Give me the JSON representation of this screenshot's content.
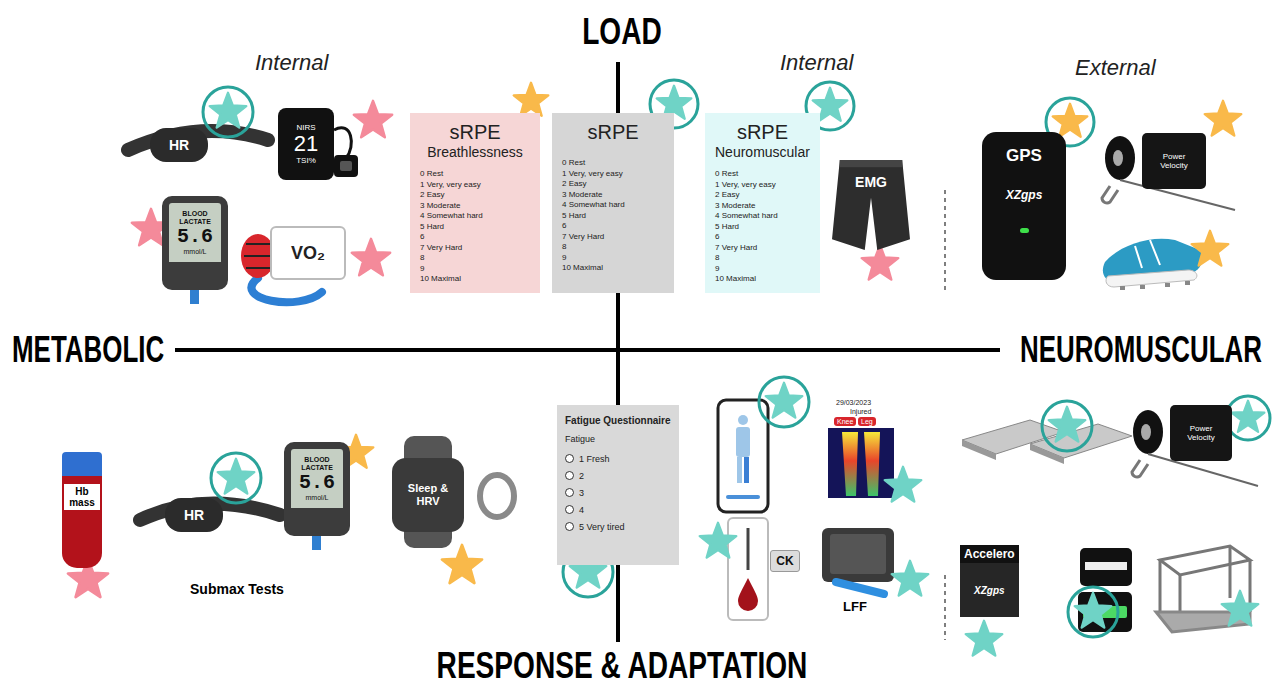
{
  "diagram": {
    "nodes": [
      {
        "text": [
          "HR"
        ]
      },
      {
        "text": [
          "NIRS",
          "21",
          "TSI%"
        ]
      },
      {
        "text": [
          "BLOOD LACTATE",
          "5.6",
          "mmol/L"
        ]
      },
      {
        "text": [
          "VO₂"
        ]
      },
      {
        "text": [
          "sRPE",
          "Breathlessness",
          "0 Rest",
          "1 Very, very easy",
          "2 Easy",
          "3 Moderate",
          "4 Somewhat hard",
          "5 Hard",
          "6",
          "7 Very Hard",
          "8",
          "9",
          "10 Maximal"
        ]
      },
      {
        "text": [
          "sRPE",
          "0 Rest",
          "1 Very, very easy",
          "2 Easy",
          "3 Moderate",
          "4 Somewhat hard",
          "5 Hard",
          "6",
          "7 Very Hard",
          "8",
          "9",
          "10 Maximal"
        ]
      },
      {
        "text": [
          "sRPE",
          "Neuromuscular",
          "0 Rest",
          "1 Very, very easy",
          "2 Easy",
          "3 Moderate",
          "4 Somewhat hard",
          "5 Hard",
          "6",
          "7 Very Hard",
          "8",
          "9",
          "10 Maximal"
        ]
      },
      {
        "text": [
          "EMG"
        ]
      },
      {
        "text": [
          "GPS",
          "XZgps"
        ]
      },
      {
        "text": [
          "Power Velocity"
        ]
      },
      {
        "text": [
          "Hb mass"
        ]
      },
      {
        "text": [
          "HR"
        ]
      },
      {
        "text": [
          "BLOOD LACTATE",
          "5.6",
          "mmol/L"
        ]
      },
      {
        "text": [
          "Sleep & HRV"
        ]
      },
      {
        "text": [
          "Fatigue Questionnaire",
          "Fatigue",
          "1 Fresh",
          "2",
          "3",
          "4",
          "5 Very tired"
        ]
      },
      {
        "text": [
          "CK"
        ]
      },
      {
        "text": [
          "Power Velocity"
        ]
      },
      {
        "text": [
          "Accelero",
          "XZgps"
        ]
      }
    ],
    "labels": [
      "LOAD",
      "Internal",
      "Internal",
      "External",
      "METABOLIC",
      "NEUROMUSCULAR",
      "Submax Tests",
      "29/03/2023",
      "Injured",
      "Knee",
      "Leg",
      "LFF",
      "RESPONSE & ADAPTATION"
    ]
  }
}
